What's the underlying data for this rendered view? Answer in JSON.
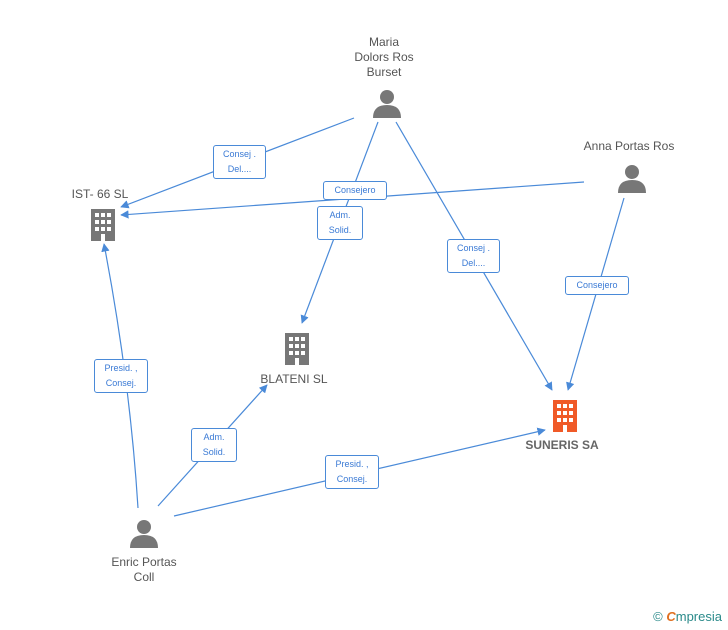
{
  "colors": {
    "edge": "#4a8ad8",
    "person": "#777777",
    "company": "#777777",
    "focus": "#f05a28"
  },
  "nodes": {
    "maria": {
      "label": "Maria\nDolors Ros\nBurset",
      "icon": "person-icon"
    },
    "anna": {
      "label": "Anna Portas Ros",
      "icon": "person-icon"
    },
    "ist66": {
      "label": "IST- 66 SL",
      "icon": "building-icon"
    },
    "blateni": {
      "label": "BLATENI SL",
      "icon": "building-icon"
    },
    "suneris": {
      "label": "SUNERIS SA",
      "icon": "building-icon"
    },
    "enric": {
      "label": "Enric Portas\nColl",
      "icon": "person-icon"
    }
  },
  "edges": {
    "maria_ist66": "Consej .\nDel....",
    "anna_ist66": "Consejero",
    "maria_blateni": "Adm.\nSolid.",
    "maria_suneris": "Consej .\nDel....",
    "anna_suneris": "Consejero",
    "enric_ist66": "Presid. ,\nConsej.",
    "enric_blateni": "Adm.\nSolid.",
    "enric_suneris": "Presid. ,\nConsej."
  },
  "footer": {
    "copyright": "©",
    "brand_first": "C",
    "brand_rest": "mpresia"
  }
}
